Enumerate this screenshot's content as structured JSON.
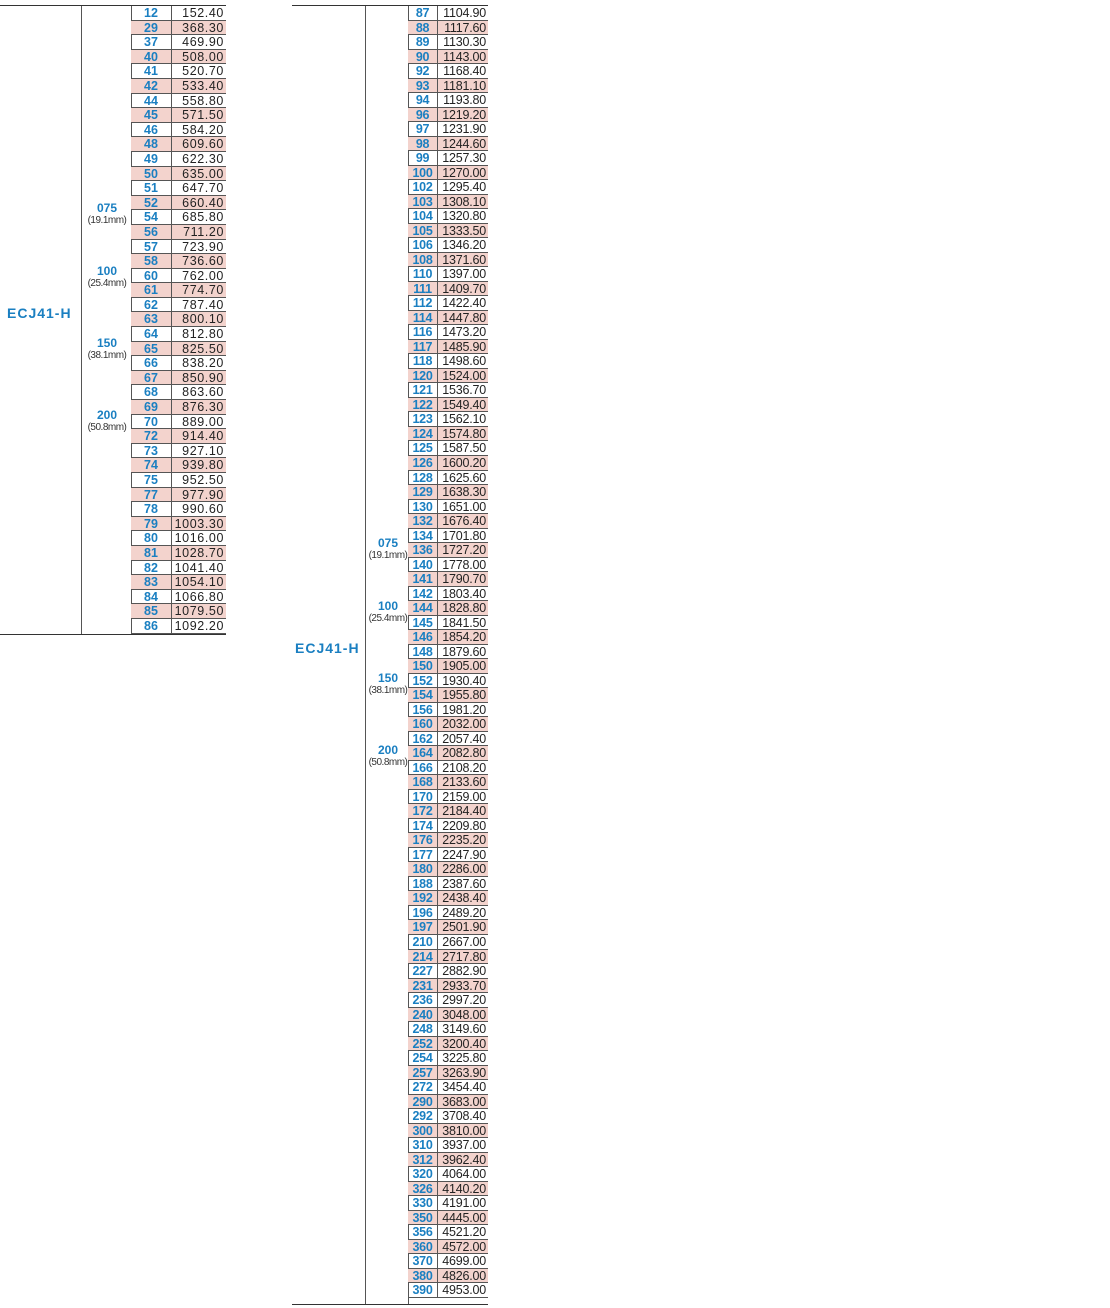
{
  "left_table": {
    "series": "ECJ41-H",
    "widths": [
      {
        "code": "075",
        "mm": "(19.1mm)"
      },
      {
        "code": "100",
        "mm": "(25.4mm)"
      },
      {
        "code": "150",
        "mm": "(38.1mm)"
      },
      {
        "code": "200",
        "mm": "(50.8mm)"
      }
    ],
    "rows": [
      [
        "12",
        "152.40"
      ],
      [
        "29",
        "368.30"
      ],
      [
        "37",
        "469.90"
      ],
      [
        "40",
        "508.00"
      ],
      [
        "41",
        "520.70"
      ],
      [
        "42",
        "533.40"
      ],
      [
        "44",
        "558.80"
      ],
      [
        "45",
        "571.50"
      ],
      [
        "46",
        "584.20"
      ],
      [
        "48",
        "609.60"
      ],
      [
        "49",
        "622.30"
      ],
      [
        "50",
        "635.00"
      ],
      [
        "51",
        "647.70"
      ],
      [
        "52",
        "660.40"
      ],
      [
        "54",
        "685.80"
      ],
      [
        "56",
        "711.20"
      ],
      [
        "57",
        "723.90"
      ],
      [
        "58",
        "736.60"
      ],
      [
        "60",
        "762.00"
      ],
      [
        "61",
        "774.70"
      ],
      [
        "62",
        "787.40"
      ],
      [
        "63",
        "800.10"
      ],
      [
        "64",
        "812.80"
      ],
      [
        "65",
        "825.50"
      ],
      [
        "66",
        "838.20"
      ],
      [
        "67",
        "850.90"
      ],
      [
        "68",
        "863.60"
      ],
      [
        "69",
        "876.30"
      ],
      [
        "70",
        "889.00"
      ],
      [
        "72",
        "914.40"
      ],
      [
        "73",
        "927.10"
      ],
      [
        "74",
        "939.80"
      ],
      [
        "75",
        "952.50"
      ],
      [
        "77",
        "977.90"
      ],
      [
        "78",
        "990.60"
      ],
      [
        "79",
        "1003.30"
      ],
      [
        "80",
        "1016.00"
      ],
      [
        "81",
        "1028.70"
      ],
      [
        "82",
        "1041.40"
      ],
      [
        "83",
        "1054.10"
      ],
      [
        "84",
        "1066.80"
      ],
      [
        "85",
        "1079.50"
      ],
      [
        "86",
        "1092.20"
      ]
    ]
  },
  "right_table": {
    "series": "ECJ41-H",
    "widths": [
      {
        "code": "075",
        "mm": "(19.1mm)"
      },
      {
        "code": "100",
        "mm": "(25.4mm)"
      },
      {
        "code": "150",
        "mm": "(38.1mm)"
      },
      {
        "code": "200",
        "mm": "(50.8mm)"
      }
    ],
    "rows": [
      [
        "87",
        "1104.90"
      ],
      [
        "88",
        "1117.60"
      ],
      [
        "89",
        "1130.30"
      ],
      [
        "90",
        "1143.00"
      ],
      [
        "92",
        "1168.40"
      ],
      [
        "93",
        "1181.10"
      ],
      [
        "94",
        "1193.80"
      ],
      [
        "96",
        "1219.20"
      ],
      [
        "97",
        "1231.90"
      ],
      [
        "98",
        "1244.60"
      ],
      [
        "99",
        "1257.30"
      ],
      [
        "100",
        "1270.00"
      ],
      [
        "102",
        "1295.40"
      ],
      [
        "103",
        "1308.10"
      ],
      [
        "104",
        "1320.80"
      ],
      [
        "105",
        "1333.50"
      ],
      [
        "106",
        "1346.20"
      ],
      [
        "108",
        "1371.60"
      ],
      [
        "110",
        "1397.00"
      ],
      [
        "111",
        "1409.70"
      ],
      [
        "112",
        "1422.40"
      ],
      [
        "114",
        "1447.80"
      ],
      [
        "116",
        "1473.20"
      ],
      [
        "117",
        "1485.90"
      ],
      [
        "118",
        "1498.60"
      ],
      [
        "120",
        "1524.00"
      ],
      [
        "121",
        "1536.70"
      ],
      [
        "122",
        "1549.40"
      ],
      [
        "123",
        "1562.10"
      ],
      [
        "124",
        "1574.80"
      ],
      [
        "125",
        "1587.50"
      ],
      [
        "126",
        "1600.20"
      ],
      [
        "128",
        "1625.60"
      ],
      [
        "129",
        "1638.30"
      ],
      [
        "130",
        "1651.00"
      ],
      [
        "132",
        "1676.40"
      ],
      [
        "134",
        "1701.80"
      ],
      [
        "136",
        "1727.20"
      ],
      [
        "140",
        "1778.00"
      ],
      [
        "141",
        "1790.70"
      ],
      [
        "142",
        "1803.40"
      ],
      [
        "144",
        "1828.80"
      ],
      [
        "145",
        "1841.50"
      ],
      [
        "146",
        "1854.20"
      ],
      [
        "148",
        "1879.60"
      ],
      [
        "150",
        "1905.00"
      ],
      [
        "152",
        "1930.40"
      ],
      [
        "154",
        "1955.80"
      ],
      [
        "156",
        "1981.20"
      ],
      [
        "160",
        "2032.00"
      ],
      [
        "162",
        "2057.40"
      ],
      [
        "164",
        "2082.80"
      ],
      [
        "166",
        "2108.20"
      ],
      [
        "168",
        "2133.60"
      ],
      [
        "170",
        "2159.00"
      ],
      [
        "172",
        "2184.40"
      ],
      [
        "174",
        "2209.80"
      ],
      [
        "176",
        "2235.20"
      ],
      [
        "177",
        "2247.90"
      ],
      [
        "180",
        "2286.00"
      ],
      [
        "188",
        "2387.60"
      ],
      [
        "192",
        "2438.40"
      ],
      [
        "196",
        "2489.20"
      ],
      [
        "197",
        "2501.90"
      ],
      [
        "210",
        "2667.00"
      ],
      [
        "214",
        "2717.80"
      ],
      [
        "227",
        "2882.90"
      ],
      [
        "231",
        "2933.70"
      ],
      [
        "236",
        "2997.20"
      ],
      [
        "240",
        "3048.00"
      ],
      [
        "248",
        "3149.60"
      ],
      [
        "252",
        "3200.40"
      ],
      [
        "254",
        "3225.80"
      ],
      [
        "257",
        "3263.90"
      ],
      [
        "272",
        "3454.40"
      ],
      [
        "290",
        "3683.00"
      ],
      [
        "292",
        "3708.40"
      ],
      [
        "300",
        "3810.00"
      ],
      [
        "310",
        "3937.00"
      ],
      [
        "312",
        "3962.40"
      ],
      [
        "320",
        "4064.00"
      ],
      [
        "326",
        "4140.20"
      ],
      [
        "330",
        "4191.00"
      ],
      [
        "350",
        "4445.00"
      ],
      [
        "356",
        "4521.20"
      ],
      [
        "360",
        "4572.00"
      ],
      [
        "370",
        "4699.00"
      ],
      [
        "380",
        "4826.00"
      ],
      [
        "390",
        "4953.00"
      ]
    ]
  },
  "colors": {
    "accent": "#1a7fc1",
    "stripe": "#f3d3cd",
    "rule": "#555555"
  }
}
